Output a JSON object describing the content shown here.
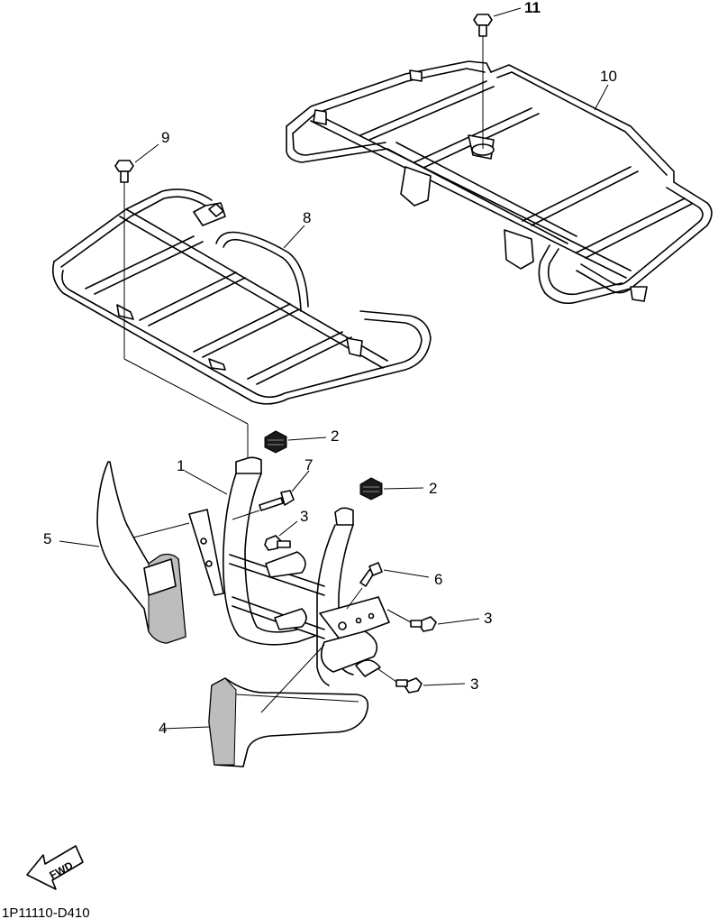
{
  "diagram": {
    "callouts": [
      {
        "id": "c1",
        "label": "1"
      },
      {
        "id": "c2a",
        "label": "2"
      },
      {
        "id": "c2b",
        "label": "2"
      },
      {
        "id": "c3a",
        "label": "3"
      },
      {
        "id": "c3b",
        "label": "3"
      },
      {
        "id": "c3c",
        "label": "3"
      },
      {
        "id": "c4",
        "label": "4"
      },
      {
        "id": "c5",
        "label": "5"
      },
      {
        "id": "c6",
        "label": "6"
      },
      {
        "id": "c7",
        "label": "7"
      },
      {
        "id": "c8",
        "label": "8"
      },
      {
        "id": "c9",
        "label": "9"
      },
      {
        "id": "c10",
        "label": "10"
      },
      {
        "id": "c11",
        "label": "11"
      }
    ],
    "direction_badge": "FWD",
    "drawing_code": "1P11110-D410"
  }
}
